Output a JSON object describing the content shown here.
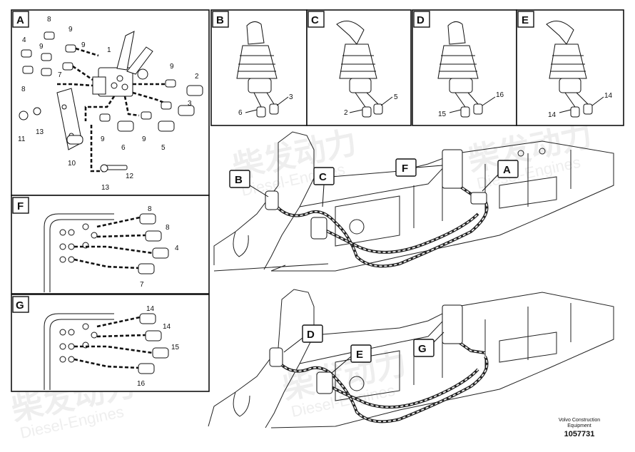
{
  "panels": {
    "A": "A",
    "B": "B",
    "C": "C",
    "D": "D",
    "E": "E",
    "F": "F",
    "G": "G"
  },
  "panel_a_numbers": [
    "8",
    "9",
    "4",
    "9",
    "9",
    "1",
    "7",
    "8",
    "9",
    "2",
    "3",
    "11",
    "13",
    "10",
    "6",
    "9",
    "5",
    "12",
    "13",
    "9"
  ],
  "panel_b_numbers": [
    "6",
    "3"
  ],
  "panel_c_numbers": [
    "2",
    "5"
  ],
  "panel_d_numbers": [
    "15",
    "16"
  ],
  "panel_e_numbers": [
    "14",
    "14"
  ],
  "panel_f_numbers": [
    "8",
    "8",
    "4",
    "7"
  ],
  "panel_g_numbers": [
    "14",
    "14",
    "15",
    "16"
  ],
  "callouts_top": [
    "B",
    "C",
    "F",
    "A"
  ],
  "callouts_bottom": [
    "D",
    "E",
    "G"
  ],
  "watermark": {
    "brand_cn": "柴发动力",
    "brand_en": "Diesel-Engines"
  },
  "caption": {
    "line1": "Volvo Construction",
    "line2": "Equipment",
    "doc_number": "1057731"
  }
}
